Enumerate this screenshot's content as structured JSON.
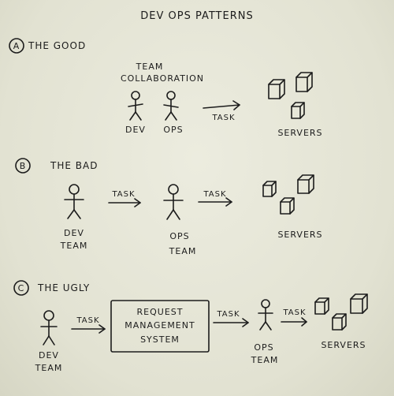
{
  "title": "DEV OPS   PATTERNS",
  "sections": [
    {
      "marker": "A",
      "heading": "THE GOOD",
      "note_lines": [
        "TEAM",
        "COLLABORATION"
      ],
      "people": [
        {
          "label_lines": [
            "DEV"
          ]
        },
        {
          "label_lines": [
            "OPS"
          ]
        }
      ],
      "arrows": [
        {
          "label": "TASK"
        }
      ],
      "servers_label": "SERVERS"
    },
    {
      "marker": "B",
      "heading": "THE BAD",
      "people": [
        {
          "label_lines": [
            "DEV",
            "TEAM"
          ]
        },
        {
          "label_lines": [
            "OPS",
            "TEAM"
          ]
        }
      ],
      "arrows": [
        {
          "label": "TASK"
        },
        {
          "label": "TASK"
        }
      ],
      "servers_label": "SERVERS"
    },
    {
      "marker": "C",
      "heading": "THE UGLY",
      "people": [
        {
          "label_lines": [
            "DEV",
            "TEAM"
          ]
        },
        {
          "label_lines": [
            "OPS",
            "TEAM"
          ]
        }
      ],
      "box_lines": [
        "REQUEST",
        "MANAGEMENT",
        "SYSTEM"
      ],
      "arrows": [
        {
          "label": "TASK"
        },
        {
          "label": "TASK"
        },
        {
          "label": "TASK"
        }
      ],
      "servers_label": "SERVERS"
    }
  ]
}
